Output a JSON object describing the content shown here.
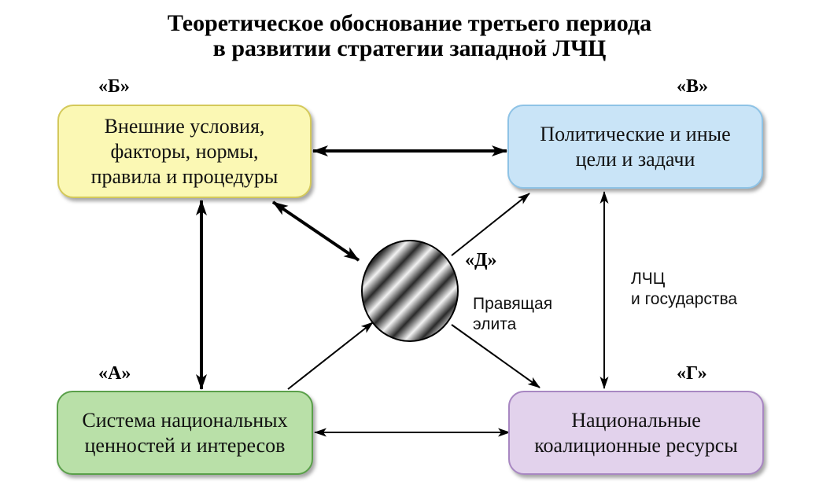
{
  "title": {
    "line1": "Теоретическое обоснование третьего периода",
    "line2": "в развитии стратегии западной ЛЧЦ"
  },
  "nodes": {
    "B": {
      "letter": "«Б»",
      "line1": "Внешние условия,",
      "line2": "факторы, нормы,",
      "line3": "правила и процедуры",
      "fill": "#fbf8b4",
      "border": "#d4c95a"
    },
    "V": {
      "letter": "«В»",
      "line1": "Политические и иные",
      "line2": "цели и задачи",
      "fill": "#c9e4f7",
      "border": "#8ec3e6"
    },
    "A": {
      "letter": "«А»",
      "line1": "Система национальных",
      "line2": "ценностей и интересов",
      "fill": "#b9e0a8",
      "border": "#5aa04a"
    },
    "G": {
      "letter": "«Г»",
      "line1": "Национальные",
      "line2": "коалиционные ресурсы",
      "fill": "#e2d2ec",
      "border": "#a887c2"
    },
    "D": {
      "letter": "«Д»",
      "line1": "Правящая",
      "line2": "элита"
    }
  },
  "side_label": {
    "line1": "ЛЧЦ",
    "line2": "и государства"
  }
}
